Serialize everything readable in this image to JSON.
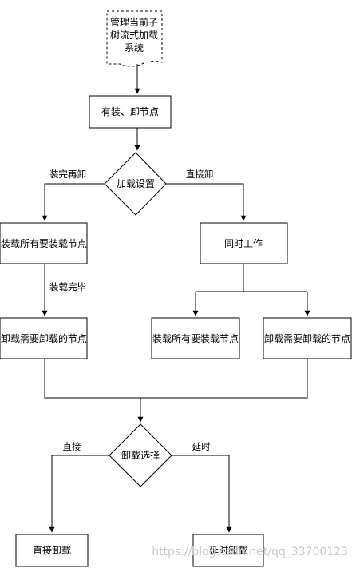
{
  "doc_box": {
    "lines": [
      "管理当前子",
      "树流式加载",
      "系统"
    ]
  },
  "nodes": {
    "has_nodes": "有装、卸节点",
    "load_setting": "加载设置",
    "load_all_left": "装载所有要装载节点",
    "unload_needed_left": "卸载需要卸载的节点",
    "simultaneous": "同时工作",
    "load_all_right": "装载所有要装载节点",
    "unload_needed_right": "卸载需要卸载的节点",
    "unload_choice": "卸载选择",
    "direct_unload": "直接卸载",
    "delayed_unload": "延时卸载"
  },
  "edges": {
    "load_then_unload": "装完再卸",
    "direct_unload_branch": "直接卸",
    "load_finished": "装载完毕",
    "direct": "直接",
    "delay": "延时"
  },
  "watermark": "https://blog.csdn.net/qq_33700123"
}
